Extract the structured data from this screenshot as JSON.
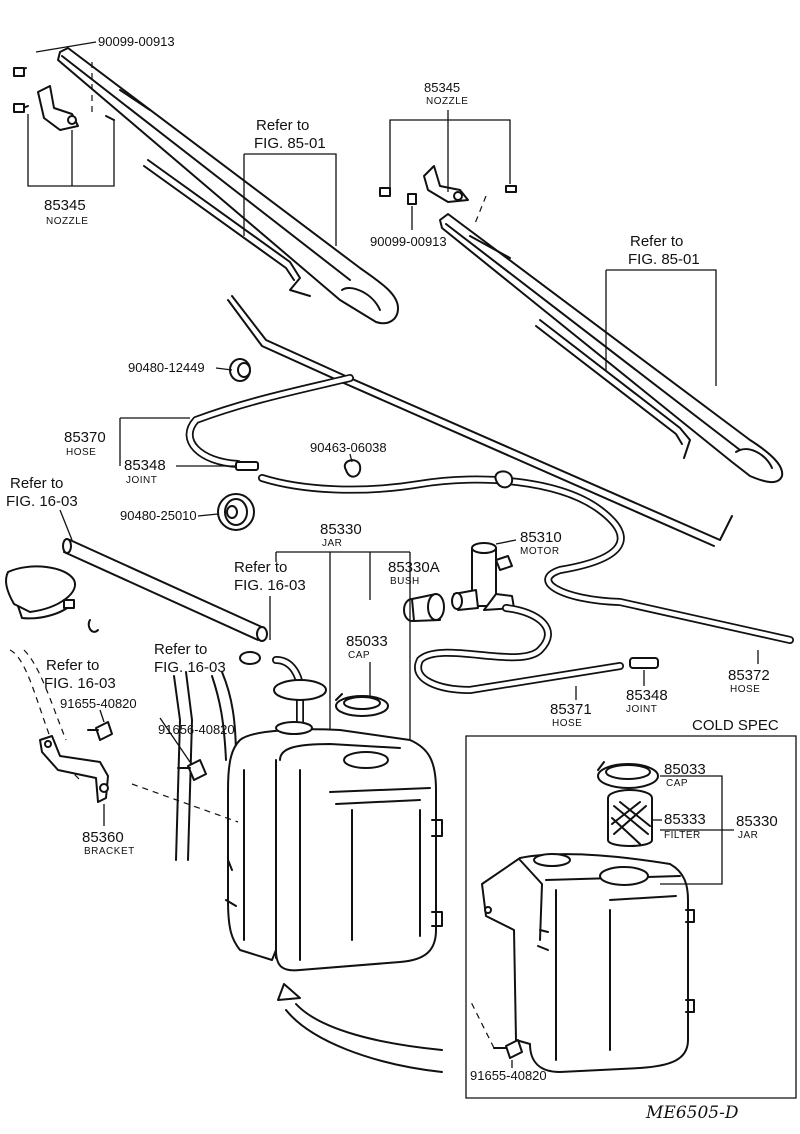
{
  "parts": {
    "p90099_top": "90099-00913",
    "p85345_left": "85345",
    "n85345_left": "NOZZLE",
    "p85345_right": "85345",
    "n85345_right": "NOZZLE",
    "p90099_right": "90099-00913",
    "p90480_12449": "90480-12449",
    "p85370": "85370",
    "n85370": "HOSE",
    "p85348_a": "85348",
    "n85348_a": "JOINT",
    "p90463": "90463-06038",
    "p90480_25010": "90480-25010",
    "p85330_a": "85330",
    "n85330_a": "JAR",
    "p85330a": "85330A",
    "n85330a": "BUSH",
    "p85310": "85310",
    "n85310": "MOTOR",
    "p85033_a": "85033",
    "n85033_a": "CAP",
    "p91655_a": "91655-40820",
    "p91656": "91656-40820",
    "p85360": "85360",
    "n85360": "BRACKET",
    "p85371": "85371",
    "n85371": "HOSE",
    "p85348_b": "85348",
    "n85348_b": "JOINT",
    "p85372": "85372",
    "n85372": "HOSE",
    "p85033_b": "85033",
    "n85033_b": "CAP",
    "p85333": "85333",
    "n85333": "FILTER",
    "p85330_b": "85330",
    "n85330_b": "JAR",
    "p91655_b": "91655-40820"
  },
  "refs": {
    "ref_to": "Refer to",
    "fig_85_01": "FIG. 85-01",
    "fig_16_03": "FIG. 16-03"
  },
  "cold_spec": "COLD SPEC",
  "drawing_code": "ME6505-D"
}
